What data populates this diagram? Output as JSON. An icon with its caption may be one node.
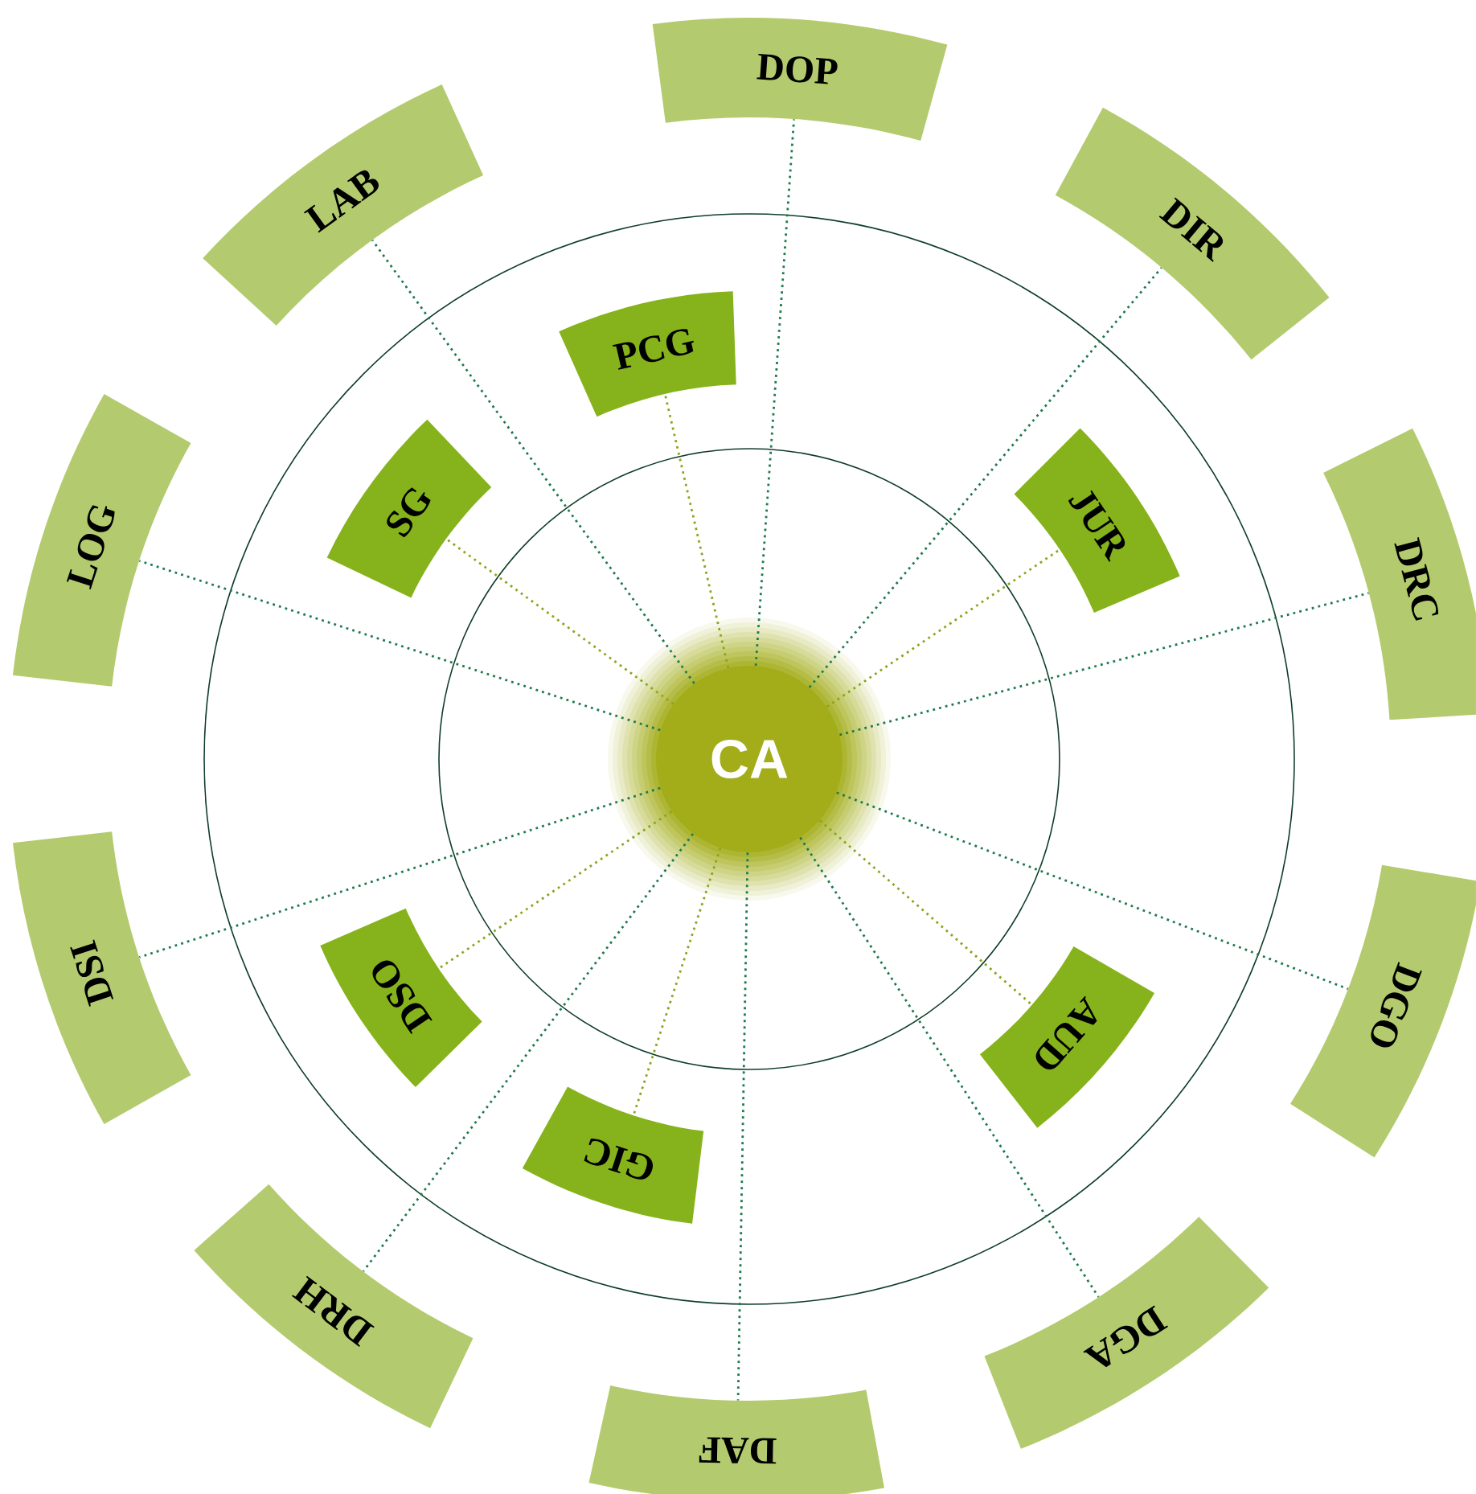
{
  "diagram": {
    "nodes": [
      {
        "text": [
          "CA"
        ]
      },
      {
        "text": [
          "DOP"
        ]
      },
      {
        "text": [
          "DIR"
        ]
      },
      {
        "text": [
          "DRC"
        ]
      },
      {
        "text": [
          "DGO"
        ]
      },
      {
        "text": [
          "DGA"
        ]
      },
      {
        "text": [
          "DAF"
        ]
      },
      {
        "text": [
          "DRH"
        ]
      },
      {
        "text": [
          "DSI"
        ]
      },
      {
        "text": [
          "LOG"
        ]
      },
      {
        "text": [
          "LAB"
        ]
      },
      {
        "text": [
          "PCG"
        ]
      },
      {
        "text": [
          "JUR"
        ]
      },
      {
        "text": [
          "AUD"
        ]
      },
      {
        "text": [
          "GIC"
        ]
      },
      {
        "text": [
          "DSO"
        ]
      },
      {
        "text": [
          "SG"
        ]
      }
    ],
    "edges": [
      {
        "from": 0,
        "to": 1,
        "arrow": "none"
      },
      {
        "from": 0,
        "to": 2,
        "arrow": "none"
      },
      {
        "from": 0,
        "to": 3,
        "arrow": "none"
      },
      {
        "from": 0,
        "to": 4,
        "arrow": "none"
      },
      {
        "from": 0,
        "to": 5,
        "arrow": "none"
      },
      {
        "from": 0,
        "to": 6,
        "arrow": "none"
      },
      {
        "from": 0,
        "to": 7,
        "arrow": "none"
      },
      {
        "from": 0,
        "to": 8,
        "arrow": "none"
      },
      {
        "from": 0,
        "to": 9,
        "arrow": "none"
      },
      {
        "from": 0,
        "to": 10,
        "arrow": "none"
      },
      {
        "from": 0,
        "to": 11,
        "arrow": "none",
        "color": "#8aa51c"
      },
      {
        "from": 0,
        "to": 12,
        "arrow": "none",
        "color": "#8aa51c"
      },
      {
        "from": 0,
        "to": 13,
        "arrow": "none",
        "color": "#8aa51c"
      },
      {
        "from": 0,
        "to": 14,
        "arrow": "none",
        "color": "#8aa51c"
      },
      {
        "from": 0,
        "to": 15,
        "arrow": "none",
        "color": "#8aa51c"
      },
      {
        "from": 0,
        "to": 16,
        "arrow": "none",
        "color": "#8aa51c"
      }
    ]
  }
}
